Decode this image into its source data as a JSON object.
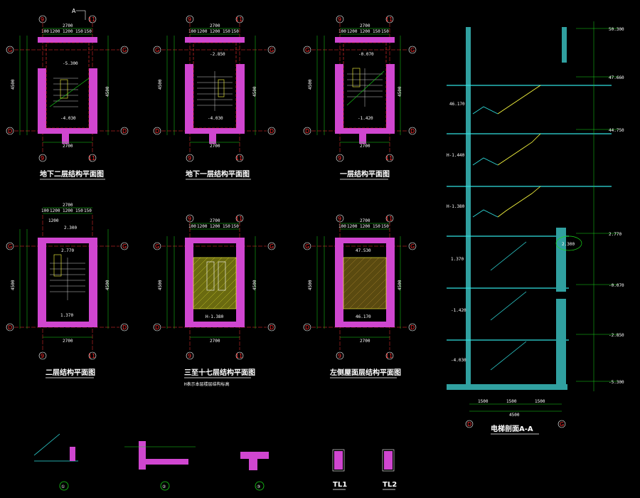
{
  "plans": [
    {
      "title": "地下二层结构平面图",
      "top_dim": "2700",
      "sub_dims": [
        "100",
        "1200",
        "1200",
        "150",
        "150"
      ],
      "side_dim": "4500",
      "elev_top": "-5.300",
      "elev_bot": "-4.030",
      "section_mark": "A"
    },
    {
      "title": "地下一层结构平面图",
      "top_dim": "2700",
      "sub_dims": [
        "100",
        "1200",
        "1200",
        "150",
        "150"
      ],
      "side_dim": "4500",
      "elev_top": "-2.850",
      "elev_bot": "-4.030"
    },
    {
      "title": "一层结构平面图",
      "top_dim": "2700",
      "sub_dims": [
        "100",
        "1200",
        "1200",
        "150",
        "150"
      ],
      "side_dim": "4500",
      "elev_top": "-0.070",
      "elev_bot": "-1.420"
    },
    {
      "title": "二层结构平面图",
      "top_dim": "2700",
      "sub_dims": [
        "100",
        "1200",
        "1200",
        "150",
        "150"
      ],
      "side_dim": "4500",
      "elev_top": "2.770",
      "elev_bot": "1.370",
      "extra_dim": "1200",
      "extra_elev": "2.300"
    },
    {
      "title": "三至十七层结构平面图",
      "top_dim": "2700",
      "sub_dims": [
        "100",
        "1200",
        "1200",
        "150",
        "150"
      ],
      "side_dim": "4500",
      "elev_top": "",
      "elev_bot": "H-1.380",
      "note": "H表示本层楼层结构标高"
    },
    {
      "title": "左侧屋面层结构平面图",
      "top_dim": "2700",
      "sub_dims": [
        "100",
        "1200",
        "1200",
        "150",
        "150"
      ],
      "side_dim": "4500",
      "elev_top": "47.530",
      "elev_bot": "46.170"
    }
  ],
  "grid_axes": {
    "left": "9",
    "right": "11",
    "top": "G",
    "bottom": "D"
  },
  "section": {
    "title": "电梯剖面A-A",
    "levels": [
      "50.300",
      "47.660",
      "44.750",
      "2.770",
      "-0.070",
      "-2.850",
      "-5.300"
    ],
    "left_levels": [
      "46.170",
      "H-1.440",
      "H-1.380",
      "1.370",
      "-1.420",
      "-4.030"
    ],
    "base_dim": "4500",
    "base_subdims": [
      "1500",
      "1500",
      "1500"
    ],
    "grid_left": "D",
    "grid_right": "G",
    "callout": "2.300"
  },
  "details": [
    {
      "label": "①"
    },
    {
      "label": "②"
    },
    {
      "label": "③"
    },
    {
      "label": "TL1"
    },
    {
      "label": "TL2"
    }
  ],
  "colors": {
    "wall": "#d046d0",
    "dim": "#19d919",
    "text": "#ffffff",
    "axis": "#ff3030",
    "yellow": "#ffff40",
    "cyan": "#30e0e0"
  }
}
